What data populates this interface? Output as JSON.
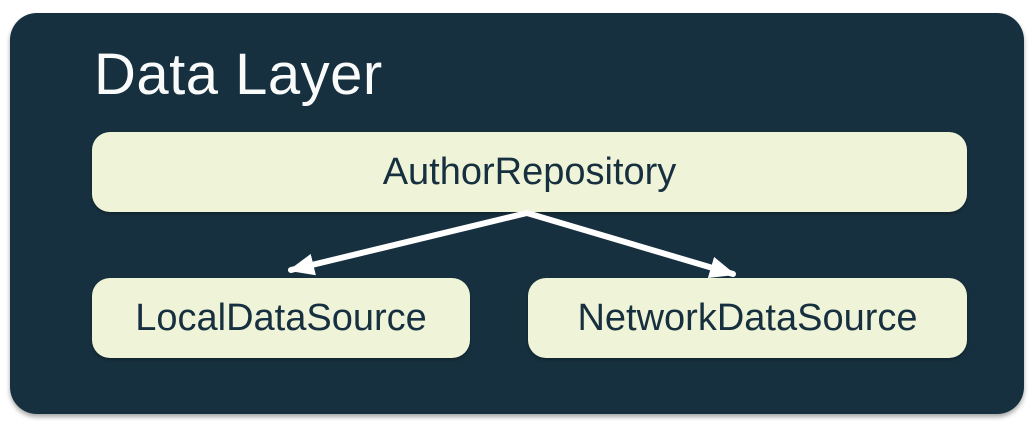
{
  "diagram": {
    "group": {
      "title": "Data Layer"
    },
    "nodes": [
      {
        "id": "author-repository",
        "label": "AuthorRepository"
      },
      {
        "id": "local-data-source",
        "label": "LocalDataSource"
      },
      {
        "id": "network-data-source",
        "label": "NetworkDataSource"
      }
    ],
    "edges": [
      {
        "from": "author-repository",
        "to": "local-data-source",
        "style": "arrow"
      },
      {
        "from": "author-repository",
        "to": "network-data-source",
        "style": "arrow"
      }
    ],
    "colors": {
      "page_bg": "#FFFFFF",
      "group_bg": "#17303F",
      "title_text": "#F9FBFB",
      "node_bg": "#EFF4D8",
      "node_text": "#17303F",
      "arrow": "#FFFFFF"
    }
  }
}
